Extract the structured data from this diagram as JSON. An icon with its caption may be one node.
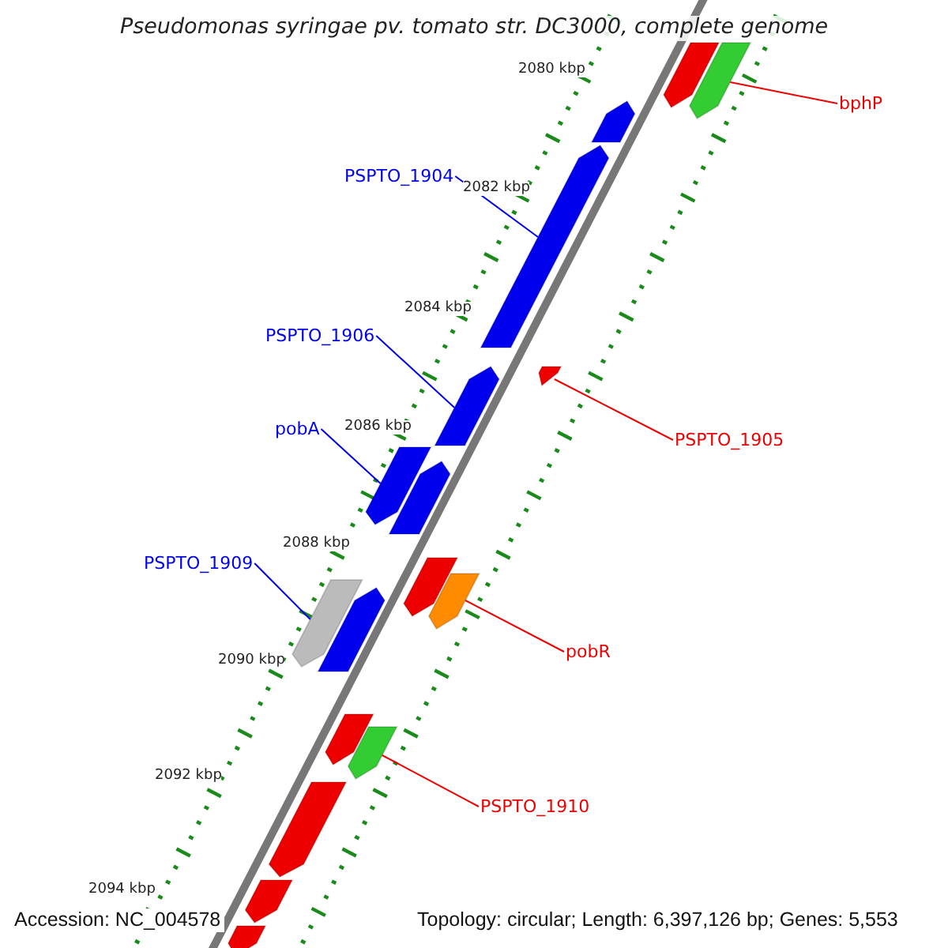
{
  "diagram": {
    "title": "Pseudomonas syringae pv. tomato str. DC3000, complete genome",
    "nodes": [
      {
        "text": [
          "bphP"
        ]
      },
      {
        "text": [
          "PSPTO_1904"
        ]
      },
      {
        "text": [
          "PSPTO_1906"
        ]
      },
      {
        "text": [
          "pobA"
        ]
      },
      {
        "text": [
          "PSPTO_1905"
        ]
      },
      {
        "text": [
          "PSPTO_1909"
        ]
      },
      {
        "text": [
          "pobR"
        ]
      },
      {
        "text": [
          "PSPTO_1910"
        ]
      },
      {
        "text": [],
        "shape": "bar"
      },
      {
        "text": [],
        "shape": "bar"
      },
      {
        "text": [],
        "shape": "bar"
      },
      {
        "text": [],
        "shape": "bar"
      },
      {
        "text": [],
        "shape": "bar"
      },
      {
        "text": [],
        "shape": "bar"
      },
      {
        "text": [],
        "shape": "bar"
      },
      {
        "text": [],
        "shape": "bar"
      }
    ],
    "edges": [
      {
        "from": 0,
        "to": 8,
        "arrow": "none"
      },
      {
        "from": 1,
        "to": 9,
        "arrow": "none",
        "color": "#0000ee"
      },
      {
        "from": 2,
        "to": 10,
        "arrow": "none",
        "color": "#0000ee"
      },
      {
        "from": 3,
        "to": 12,
        "arrow": "none",
        "color": "#0000ee"
      },
      {
        "from": 4,
        "to": 11,
        "arrow": "none"
      },
      {
        "from": 5,
        "to": 14,
        "arrow": "none",
        "color": "#0000ee"
      },
      {
        "from": 6,
        "to": 13,
        "arrow": "none"
      },
      {
        "from": 7,
        "to": 15,
        "arrow": "none"
      }
    ],
    "labels": [
      "2080 kbp",
      "2082 kbp",
      "2084 kbp",
      "2086 kbp",
      "2088 kbp",
      "2090 kbp",
      "2092 kbp",
      "2094 kbp",
      "Accession: NC_004578",
      "Topology: circular; Length: 6,397,126 bp; Genes: 5,553"
    ]
  }
}
